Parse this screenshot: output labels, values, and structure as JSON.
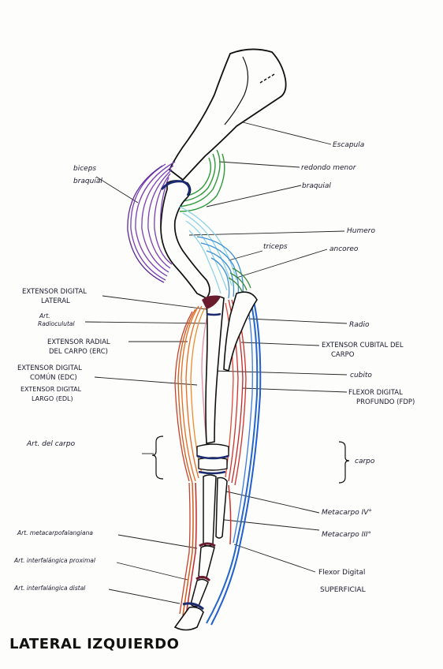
{
  "title": "LATERAL IZQUIERDO",
  "labels": {
    "escapula": "Escapula",
    "redondo_menor": "redondo menor",
    "biceps_1": "biceps",
    "biceps_2": "braquial",
    "braquial": "braquial",
    "humero": "Humero",
    "triceps": "triceps",
    "ancoreo": "ancoreo",
    "edl_lateral_1": "EXTENSOR DIGITAL",
    "edl_lateral_2": "LATERAL",
    "art_radio_1": "Art.",
    "art_radio_2": "Radioculutal",
    "erc_1": "EXTENSOR RADIAL",
    "erc_2": "DEL CARPO (ERC)",
    "edc_1": "EXTENSOR DIGITAL",
    "edc_2": "COMÚN (EDC)",
    "edlargo_1": "EXTENSOR DIGITAL",
    "edlargo_2": "LARGO (EDL)",
    "radio": "Radio",
    "ecc_1": "EXTENSOR CUBITAL DEL",
    "ecc_2": "CARPO",
    "cubito": "cubito",
    "fdp_1": "FLEXOR DIGITAL",
    "fdp_2": "PROFUNDO (FDP)",
    "art_carpo": "Art. del carpo",
    "carpo": "carpo",
    "metacarpo_iv": "Metacarpo IV°",
    "metacarpo_iii": "Metacarpo III°",
    "art_metacarpo": "Art. metacarpofalangiana",
    "art_inter_prox": "Art. interfalángica proximal",
    "art_inter_dist": "Art. interfalángica distal",
    "fds_1": "Flexor Digital",
    "fds_2": "SUPERFICIAL"
  },
  "colors": {
    "outline": "#111111",
    "biceps": "#7b3fb5",
    "redondo": "#2e9a3a",
    "triceps": "#3a8fd6",
    "triceps_light": "#8fd3e8",
    "anconeo": "#3b8a3b",
    "erc": "#e86a1e",
    "erc_dark": "#c9402a",
    "cubital": "#d0312d",
    "cubital_blue": "#1f5fd1",
    "pink": "#e88aa8",
    "fdp_red": "#c1282a",
    "fds_blue": "#2266cc",
    "maroon": "#6a1b2e",
    "navy": "#1b2a6e",
    "leader": "#222222"
  }
}
